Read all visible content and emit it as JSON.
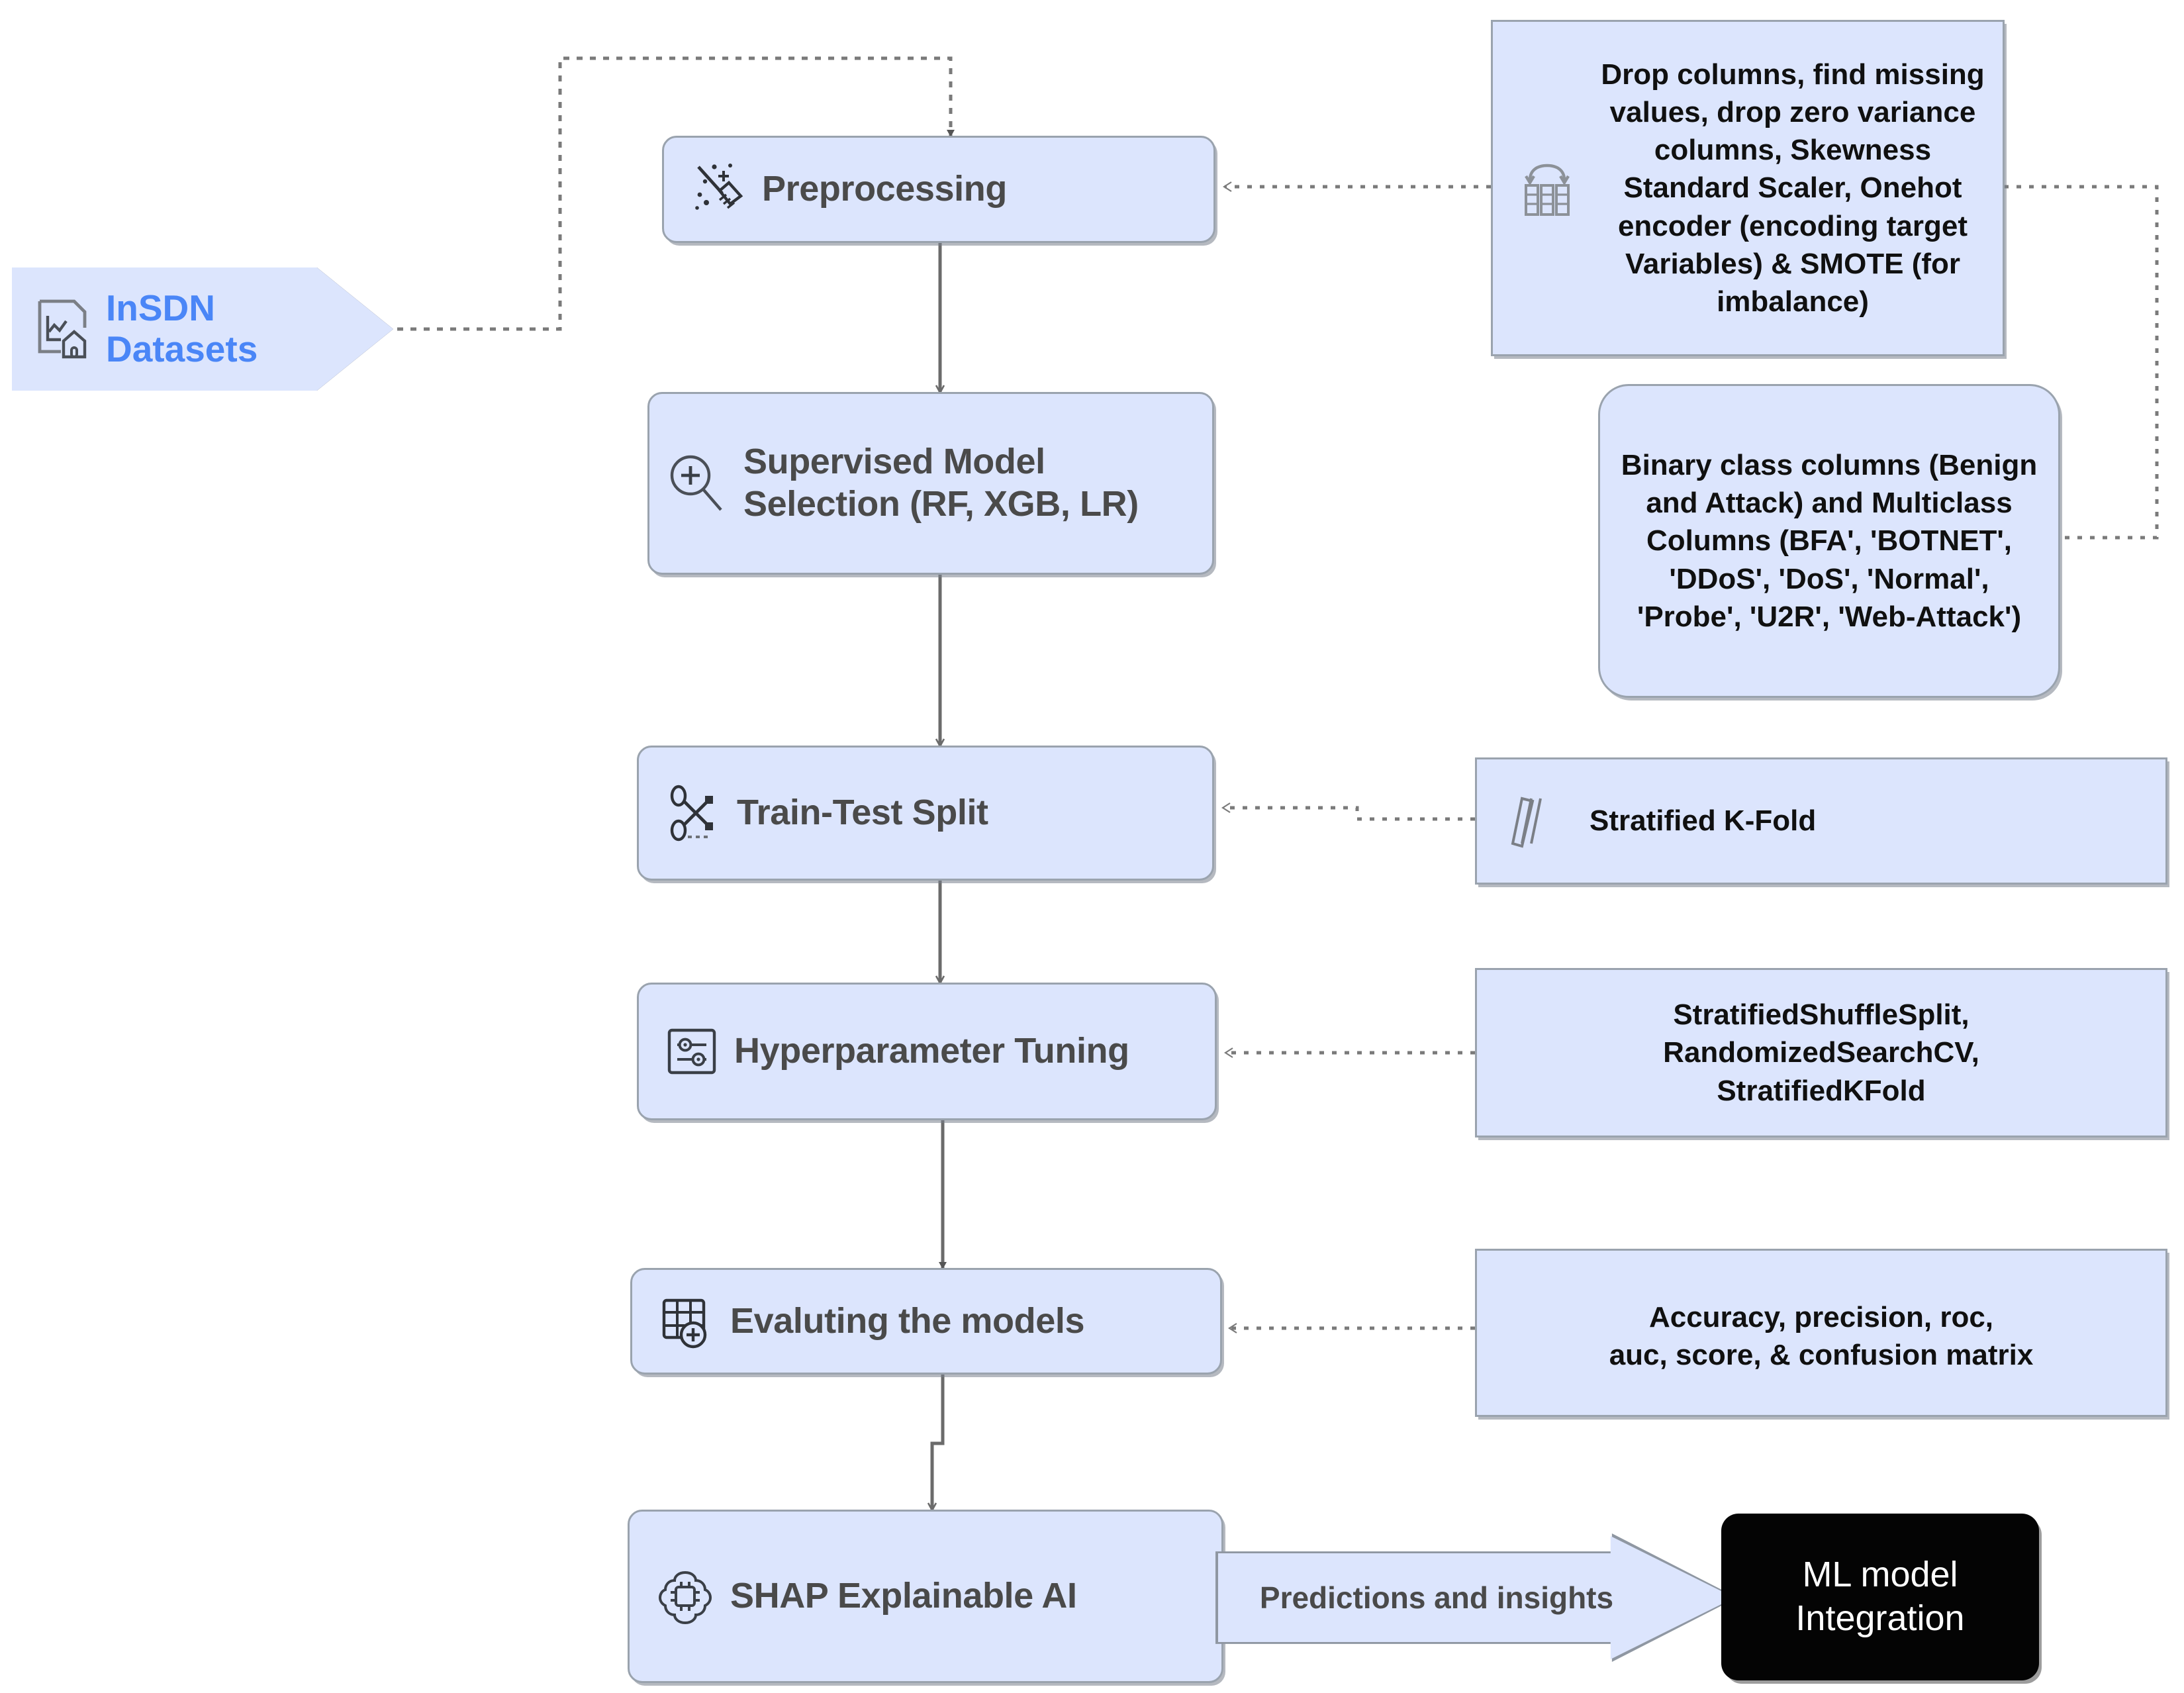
{
  "source": {
    "name": "InSDN Datasets",
    "label": "InSDN\nDatasets",
    "text_color": "#4a86f7",
    "fill": "#dce5fd",
    "border": "#111318",
    "icon": "dataset-file-chart-icon"
  },
  "pipeline": [
    {
      "id": "preprocessing",
      "label": "Preprocessing",
      "icon": "broom-sparkle-icon"
    },
    {
      "id": "model-selection",
      "label": "Supervised Model Selection (RF, XGB, LR)",
      "icon": "magnifier-plus-icon"
    },
    {
      "id": "train-test-split",
      "label": "Train-Test Split",
      "icon": "scissors-icon"
    },
    {
      "id": "hyperparameter-tuning",
      "label": "Hyperparameter Tuning",
      "icon": "sliders-icon"
    },
    {
      "id": "evaluating",
      "label": "Evaluting the models",
      "icon": "table-grid-plus-icon"
    },
    {
      "id": "shap",
      "label": "SHAP Explainable AI",
      "icon": "brain-chip-icon"
    }
  ],
  "annotations": [
    {
      "id": "preprocessing-detail",
      "label": "Drop columns, find missing values, drop zero variance columns, Skewness Standard Scaler, Onehot encoder (encoding target Variables) & SMOTE (for imbalance)",
      "icon": "columns-swap-icon",
      "shape": "rectangle",
      "targets": "preprocessing"
    },
    {
      "id": "class-columns-detail",
      "label": "Binary class columns (Benign and Attack) and Multiclass Columns (BFA', 'BOTNET', 'DDoS', 'DoS', 'Normal', 'Probe', 'U2R', 'Web-Attack')",
      "icon": null,
      "shape": "rounded",
      "targets": "model-selection"
    },
    {
      "id": "split-detail",
      "label": "Stratified K-Fold",
      "icon": "layers-fold-icon",
      "shape": "rectangle",
      "targets": "train-test-split"
    },
    {
      "id": "tuning-detail",
      "label": "StratifiedShuffleSplit,\nRandomizedSearchCV,\nStratifiedKFold",
      "icon": null,
      "shape": "rectangle",
      "targets": "hyperparameter-tuning"
    },
    {
      "id": "metrics-detail",
      "label": "Accuracy, precision, roc,\nauc, score, & confusion matrix",
      "icon": null,
      "shape": "rectangle",
      "targets": "evaluating"
    }
  ],
  "output": {
    "edge_label": "Predictions and insights",
    "terminal_label": "ML model\nIntegration",
    "terminal_fill": "#040404",
    "terminal_text_color": "#ffffff"
  },
  "style": {
    "node_fill": "#dce5fd",
    "node_border": "#9aa3ae",
    "step_text_color": "#4a4a4a",
    "note_text_color": "#101010",
    "connector_color": "#6b6b6b",
    "dotted_connector_color": "#7a7a7a",
    "background": "#ffffff"
  }
}
